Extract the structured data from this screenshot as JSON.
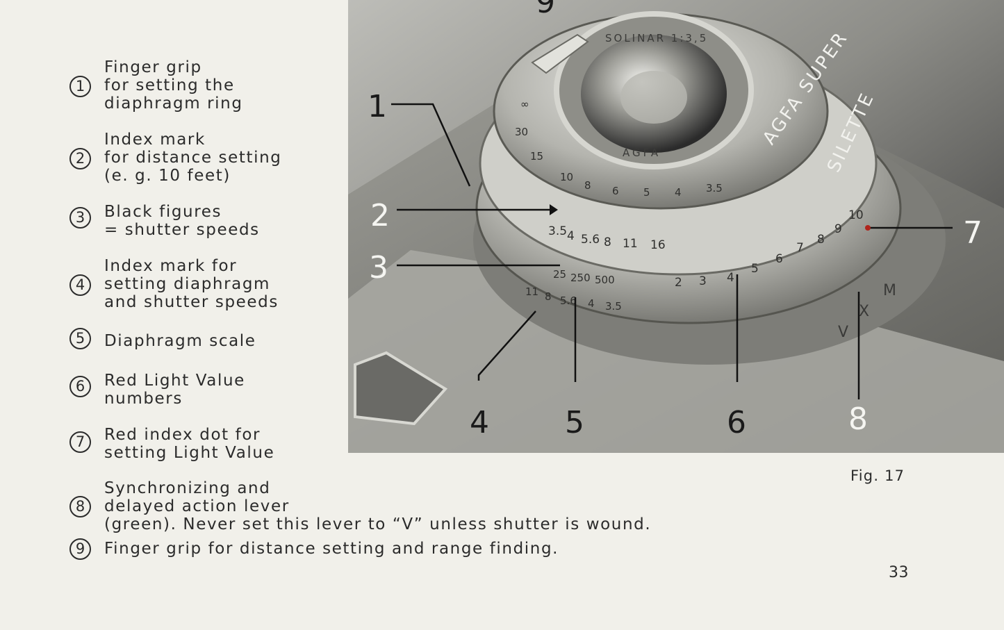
{
  "legend": [
    {
      "number": "1",
      "lines": [
        "Finger grip",
        "for setting the",
        "diaphragm ring"
      ]
    },
    {
      "number": "2",
      "lines": [
        "Index mark",
        "for distance setting",
        "(e. g.  10 feet)"
      ]
    },
    {
      "number": "3",
      "lines": [
        "Black figures",
        "= shutter speeds"
      ]
    },
    {
      "number": "4",
      "lines": [
        "Index mark for",
        "setting diaphragm",
        "and shutter speeds"
      ]
    },
    {
      "number": "5",
      "lines": [
        "Diaphragm scale"
      ]
    },
    {
      "number": "6",
      "lines": [
        "Red Light Value",
        "numbers"
      ]
    },
    {
      "number": "7",
      "lines": [
        "Red index dot for",
        "setting Light Value"
      ]
    },
    {
      "number": "8",
      "lines": [
        "Synchronizing and",
        "delayed action lever",
        "(green). Never set this lever to “V” unless shutter is wound."
      ]
    },
    {
      "number": "9",
      "lines": [
        "Finger grip for distance setting and range finding."
      ]
    }
  ],
  "photo": {
    "callouts": [
      "1",
      "2",
      "3",
      "4",
      "5",
      "6",
      "7",
      "8",
      "9"
    ],
    "lens_ring_text": [
      "SOLINAR 1:3,5",
      "AGFA",
      "AGFA SUPER",
      "SILETTE"
    ],
    "distance_scale": [
      "∞",
      "30",
      "15",
      "10",
      "8",
      "6",
      "5",
      "4",
      "3.5"
    ],
    "aperture_scale": [
      "3.5",
      "4",
      "5.6",
      "8",
      "11",
      "16"
    ],
    "speed_scale": [
      "25",
      "250",
      "500"
    ],
    "light_value_scale": [
      "2",
      "3",
      "4",
      "5",
      "6",
      "7",
      "8",
      "9",
      "10"
    ],
    "diaphragm_scale": [
      "11",
      "8",
      "5.6",
      "4",
      "3.5"
    ],
    "lever_letters": [
      "V",
      "X",
      "M"
    ]
  },
  "caption": "Fig. 17",
  "page_number": "33"
}
